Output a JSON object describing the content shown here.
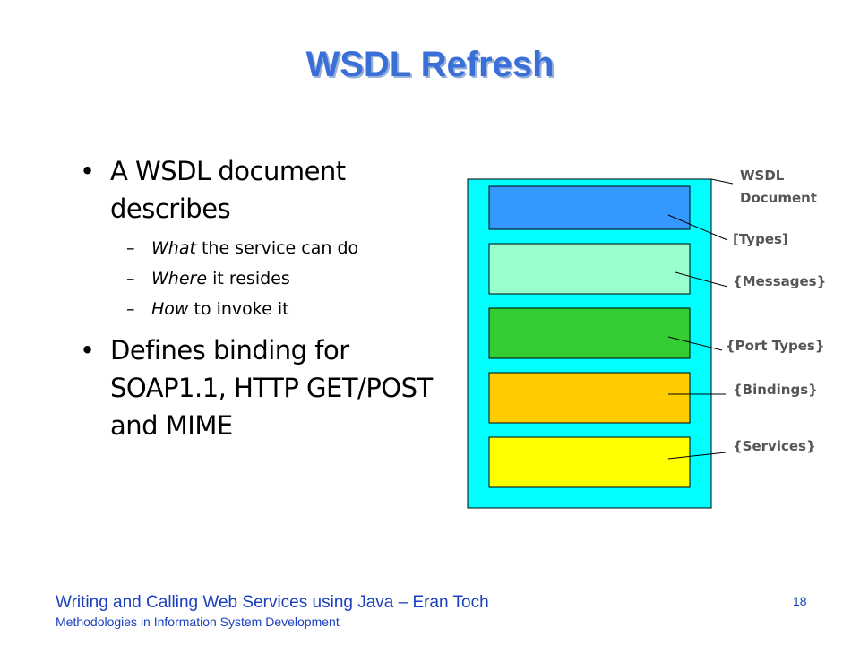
{
  "title": "WSDL Refresh",
  "bullets": [
    {
      "text": "A WSDL document describes",
      "subitems": [
        {
          "em": "What",
          "rest": " the service can do"
        },
        {
          "em": "Where",
          "rest": " it resides"
        },
        {
          "em": "How",
          "rest": " to invoke it"
        }
      ]
    },
    {
      "text": "Defines binding for SOAP1.1, HTTP GET/POST and MIME"
    }
  ],
  "diagram": {
    "outer_color": "#00ffff",
    "labels": {
      "document_line1": "WSDL",
      "document_line2": "Document",
      "types": "[Types]",
      "messages": "{Messages}",
      "port_types": "{Port Types}",
      "bindings": "{Bindings}",
      "services": "{Services}"
    },
    "section_colors": {
      "types": "#3399ff",
      "messages": "#99ffcc",
      "port_types": "#33cc33",
      "bindings": "#ffcc00",
      "services": "#ffff00"
    }
  },
  "footer": {
    "main": "Writing and Calling Web Services using Java – Eran Toch",
    "sub": "Methodologies in Information System Development",
    "page": "18"
  }
}
